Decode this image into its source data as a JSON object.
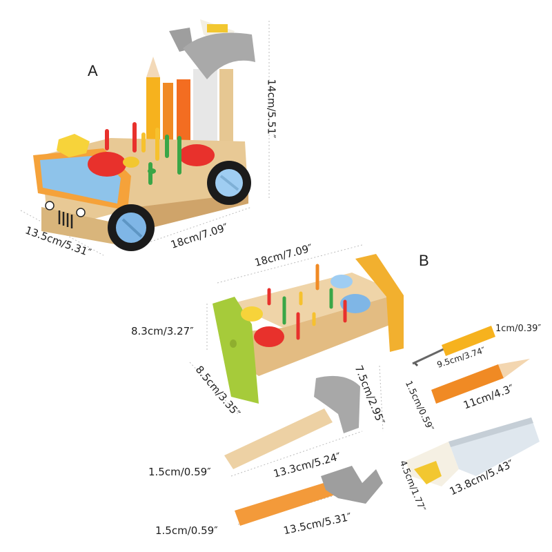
{
  "section_labels": {
    "a": "A",
    "b": "B"
  },
  "truck": {
    "height": "14cm/5.51″",
    "width": "13.5cm/5.31″",
    "length": "18cm/7.09″"
  },
  "bench": {
    "length": "18cm/7.09″",
    "height": "8.3cm/3.27″",
    "depth": "8.5cm/3.35″"
  },
  "hammer": {
    "head": "7.5cm/2.95″",
    "handle_width": "1.5cm/0.59″",
    "length": "13.3cm/5.24″"
  },
  "wrench": {
    "handle_width": "1.5cm/0.59″",
    "length": "13.5cm/5.31″"
  },
  "screwdriver": {
    "diameter": "1cm/0.39″",
    "length": "9.5cm/3.74″"
  },
  "pencil": {
    "diameter": "1.5cm/0.59″",
    "length": "11cm/4.3″"
  },
  "saw": {
    "width": "4.5cm/1.77″",
    "length": "13.8cm/5.43″"
  }
}
